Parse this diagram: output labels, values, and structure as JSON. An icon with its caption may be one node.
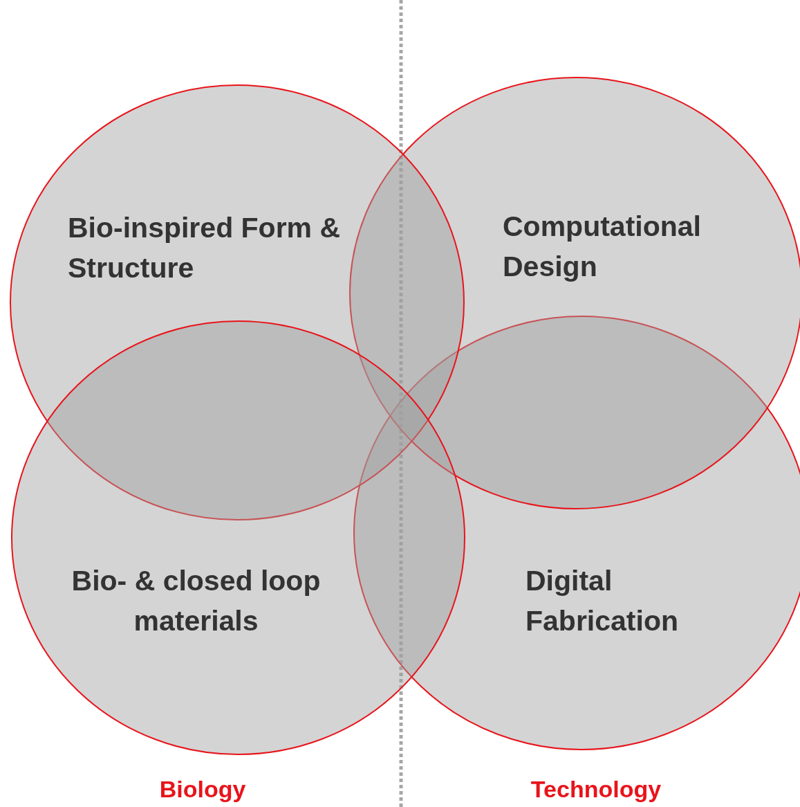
{
  "diagram": {
    "nodes": [
      {
        "text": [
          "Bio-inspired Form & Structure"
        ]
      },
      {
        "text": [
          "Computational Design"
        ]
      },
      {
        "text": [
          "Bio- & closed loop materials"
        ]
      },
      {
        "text": [
          "Digital Fabrication"
        ]
      }
    ],
    "labels": [
      "Biology",
      "Technology"
    ]
  }
}
